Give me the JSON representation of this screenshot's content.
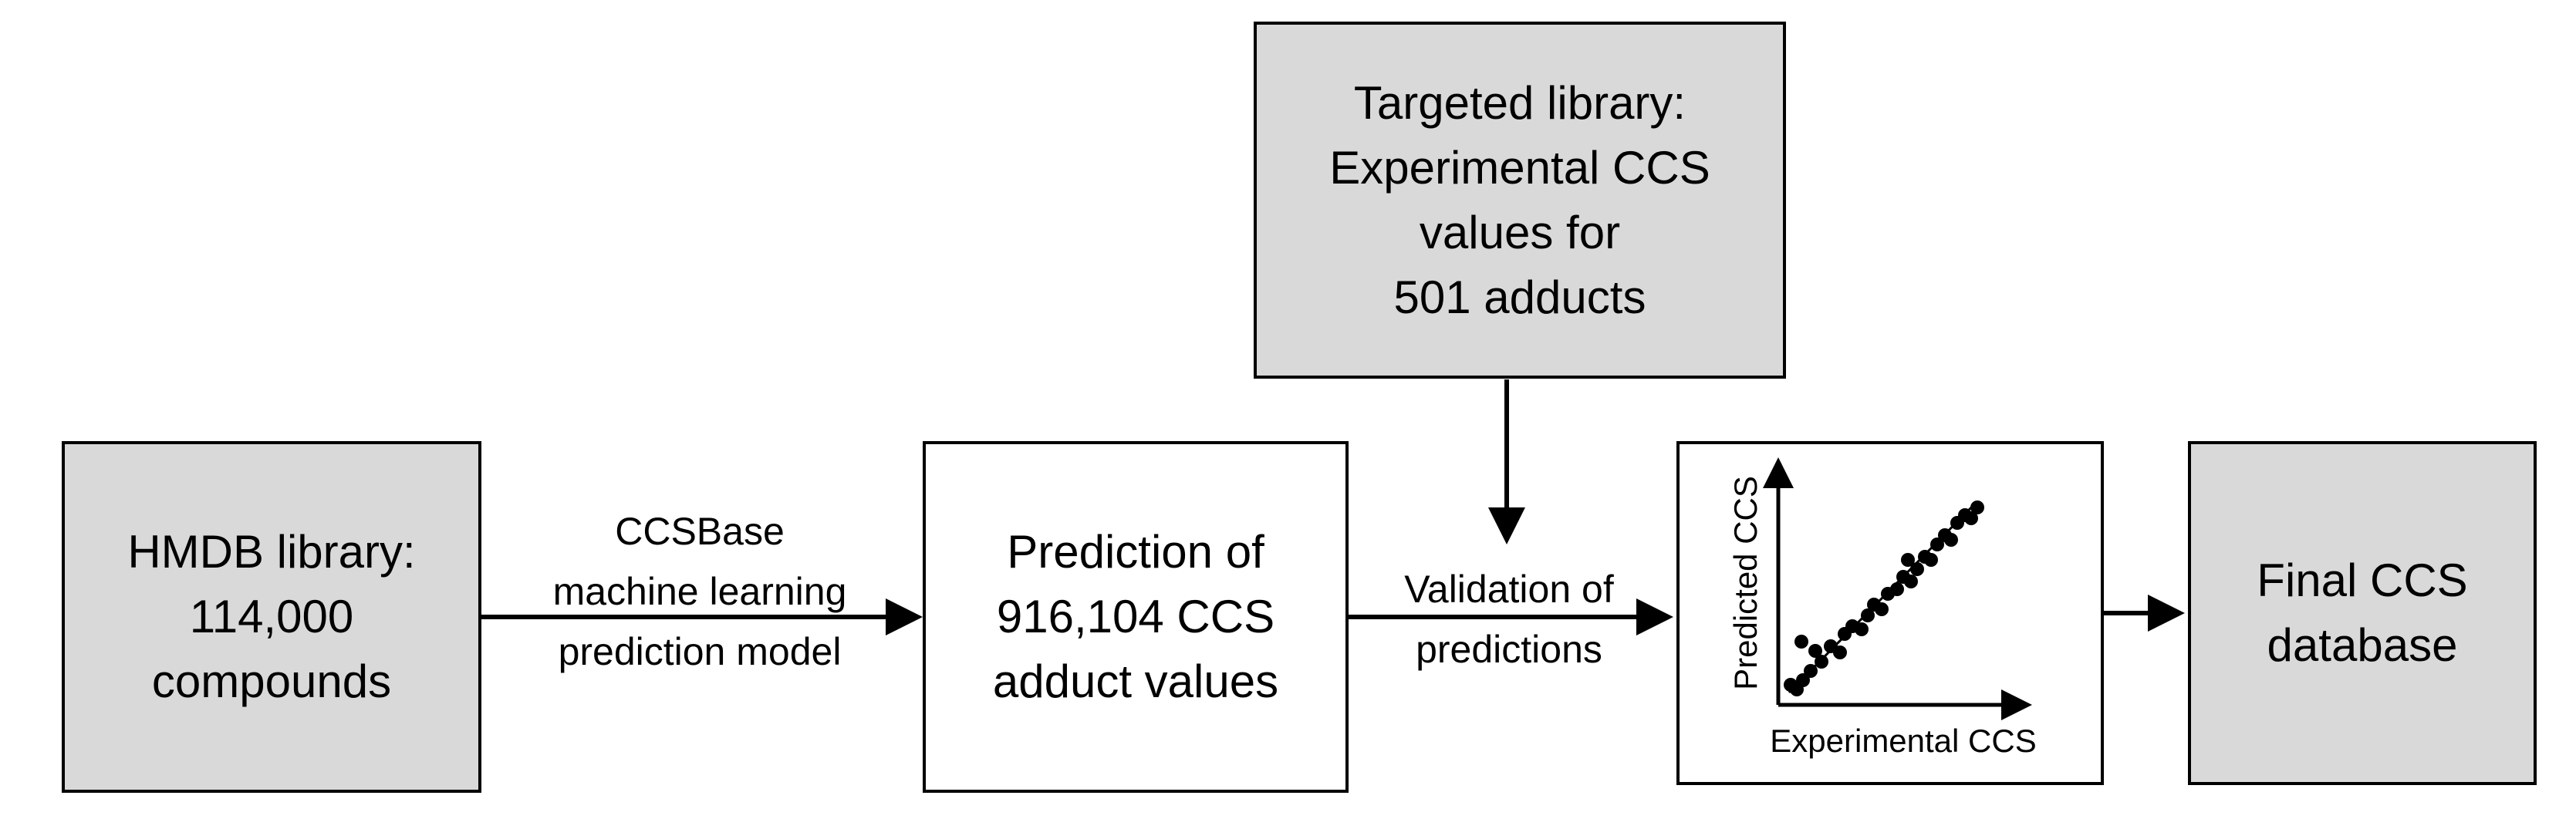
{
  "colors": {
    "box_fill": "#d9d9d9",
    "box_border": "#000000",
    "background": "#ffffff"
  },
  "nodes": {
    "targeted_library": {
      "lines": [
        "Targeted library:",
        "Experimental CCS",
        "values for",
        "501 adducts"
      ]
    },
    "hmdb_library": {
      "lines": [
        "HMDB library:",
        "114,000",
        "compounds"
      ]
    },
    "prediction": {
      "lines": [
        "Prediction of",
        "916,104 CCS",
        "adduct values"
      ]
    },
    "validation_plot": {
      "x_label": "Experimental CCS",
      "y_label": "Predicted CCS"
    },
    "final_database": {
      "lines": [
        "Final CCS",
        "database"
      ]
    }
  },
  "edges": {
    "model": {
      "lines": [
        "CCSBase",
        "machine learning",
        "prediction model"
      ]
    },
    "validation": {
      "lines": [
        "Validation of",
        "predictions"
      ]
    }
  }
}
